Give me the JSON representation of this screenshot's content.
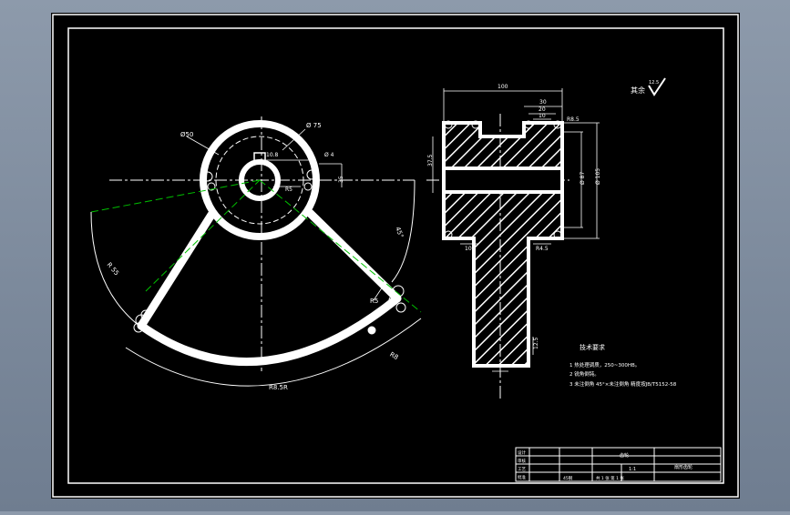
{
  "colors": {
    "background_outer": "#7f8c9e",
    "sheet": "#000000",
    "line": "#ffffff",
    "hatch": "#ffffff",
    "centerline": "#ffffff",
    "construction": "#00c000"
  },
  "front_view": {
    "dim_outer_dia": "Ø50",
    "dim_ring": "Ø 75",
    "dim_bore": "10.8",
    "dim_keyway": "Ø 4",
    "dim_hub": "R5",
    "dim_right": "35",
    "dim_arc_left": "R 55",
    "dim_arc_right": "45°",
    "dim_fillet": "R5",
    "dim_bottom": "R8",
    "dim_bottom_arc": "R8.5R"
  },
  "section_view": {
    "dim_total_width": "100",
    "dim_top_1": "30",
    "dim_top_2": "20",
    "dim_top_3": "10",
    "dim_right_top": "R8.5",
    "dim_left_height": "37.5",
    "dim_inner": "Ø 87",
    "dim_outer": "Ø 105",
    "dim_bottom_left": "10",
    "dim_bottom_right": "R4.5",
    "dim_stem": "12.5"
  },
  "roughness": {
    "label": "其余",
    "value": "12.5"
  },
  "technical_requirements": {
    "title": "技术要求",
    "items": [
      "1  热处理调质，250~300HB。",
      "2  锐角倒钝。",
      "3  未注倒角 45°×未注倒角 精度按JB/T5152-58"
    ]
  },
  "title_block": {
    "part_name": "齿轮",
    "scale": "1:1",
    "material": "45钢",
    "drawing_no": "共 1 张  第 1 张",
    "school": "扇形齿轮",
    "rows": [
      "设计",
      "审核",
      "工艺",
      "批准"
    ]
  }
}
